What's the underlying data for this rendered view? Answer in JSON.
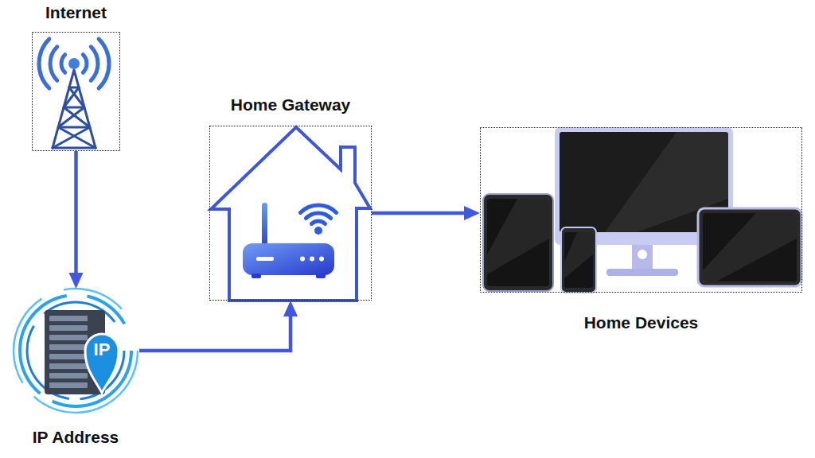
{
  "diagram": {
    "nodes": [
      {
        "text": [
          "Internet"
        ]
      },
      {
        "text": [
          "IP Address"
        ]
      },
      {
        "text": [
          "Home Gateway"
        ]
      },
      {
        "text": [
          "Home Devices"
        ]
      }
    ],
    "edges": [
      {
        "from": 0,
        "to": 1,
        "arrow": "to"
      },
      {
        "from": 1,
        "to": 2,
        "arrow": "to"
      },
      {
        "from": 2,
        "to": 3,
        "arrow": "to"
      }
    ],
    "labels": [
      "IP"
    ]
  }
}
